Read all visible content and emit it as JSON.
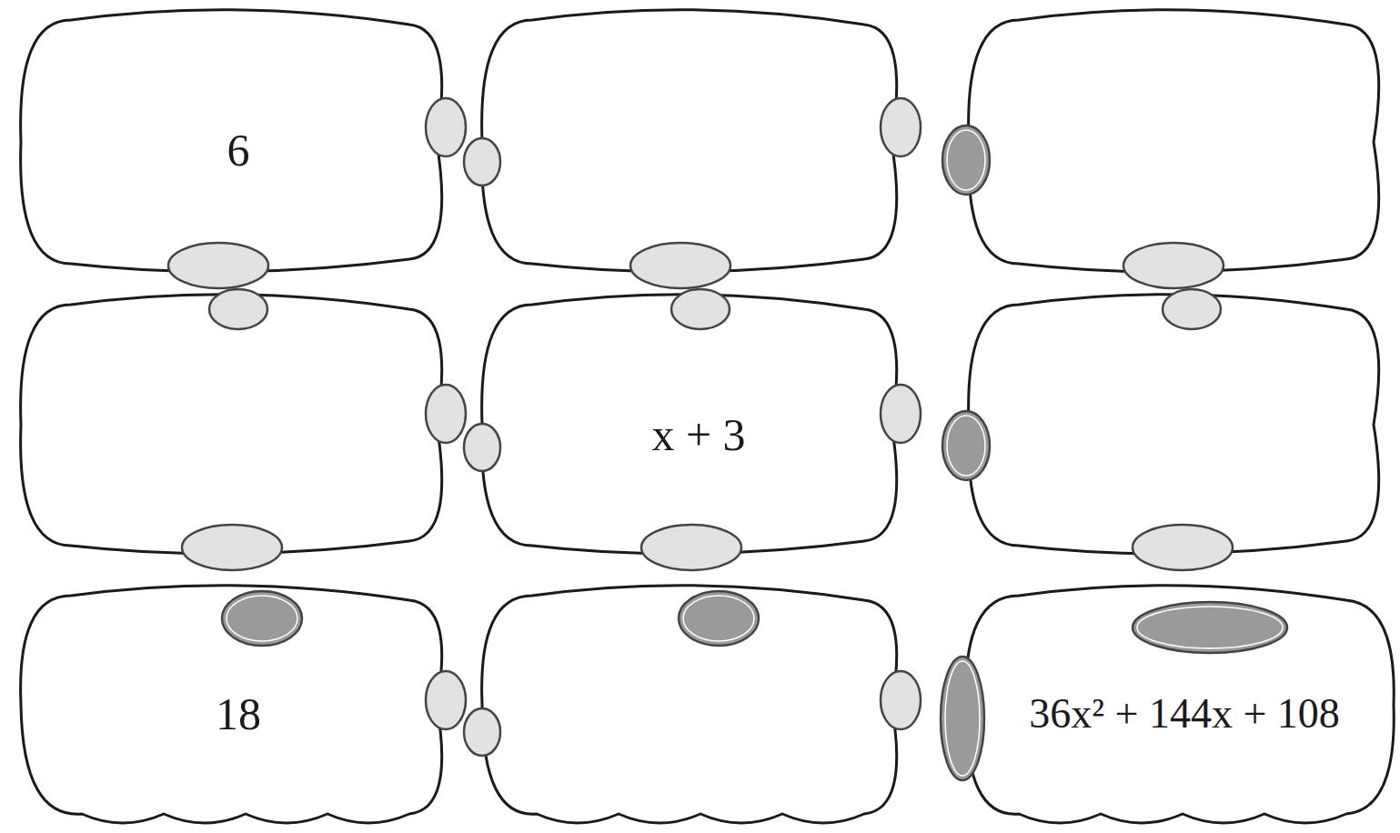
{
  "diagram": {
    "nodes": [
      {
        "text": [
          "6"
        ]
      },
      {
        "text": [
          "x + 3"
        ]
      },
      {
        "text": [
          "18"
        ]
      },
      {
        "text": [
          "36x² + 144x + 108"
        ]
      }
    ]
  }
}
